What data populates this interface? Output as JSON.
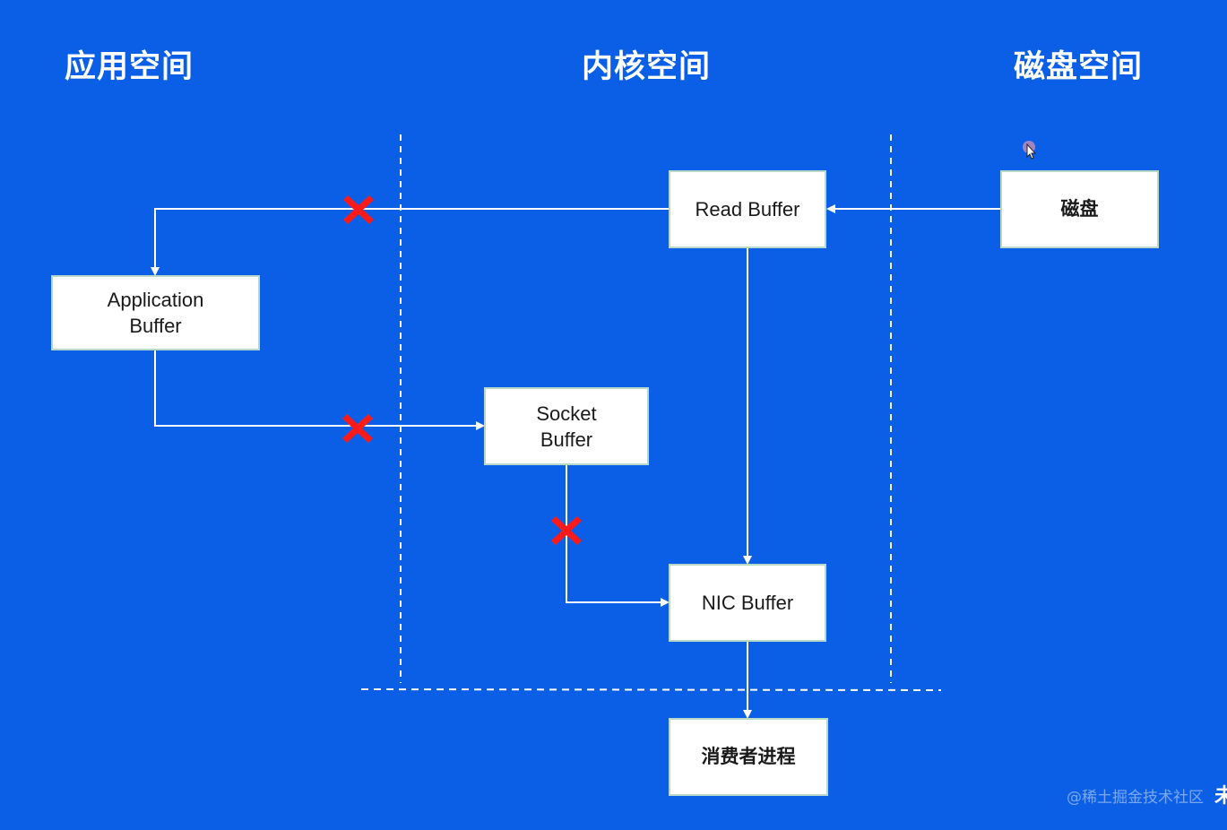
{
  "sections": {
    "app": "应用空间",
    "kernel": "内核空间",
    "disk": "磁盘空间"
  },
  "nodes": {
    "read_buffer": "Read Buffer",
    "disk": "磁盘",
    "application_buffer_line1": "Application",
    "application_buffer_line2": "Buffer",
    "socket_buffer_line1": "Socket",
    "socket_buffer_line2": "Buffer",
    "nic_buffer": "NIC Buffer",
    "consumer_process": "消费者进程"
  },
  "blocked_paths": [
    "read-buffer-to-application-buffer",
    "application-buffer-to-socket-buffer",
    "socket-buffer-to-nic-buffer"
  ],
  "watermark": "@稀土掘金技术社区",
  "edge_glyph": "未",
  "colors": {
    "background": "#0b5fe6",
    "line": "#ffffff",
    "block_mark": "#ff1a1a",
    "box_fill": "#ffffff",
    "box_border": "#b8d9c9"
  },
  "icons": {
    "block_mark": "red-x-icon",
    "cursor": "mouse-cursor-icon"
  }
}
